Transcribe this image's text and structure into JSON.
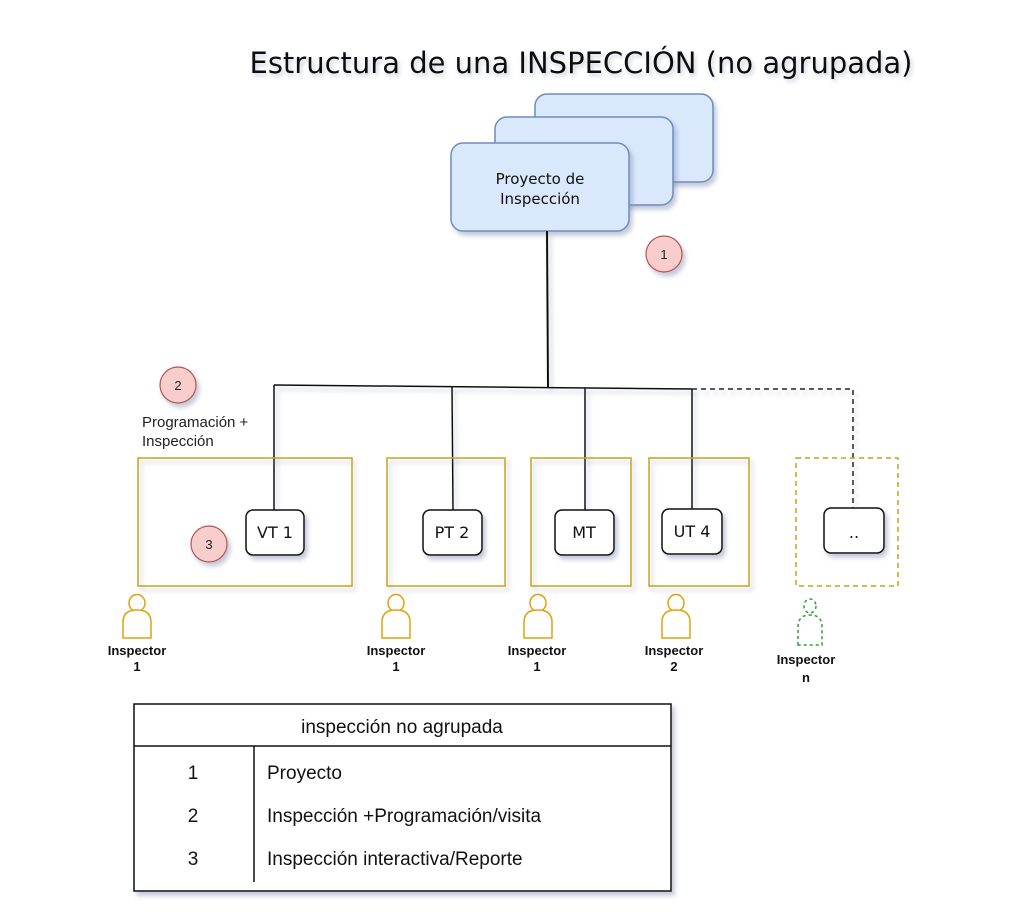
{
  "title": "Estructura de una INSPECCIÓN (no agrupada)",
  "project": {
    "label_line1": "Proyecto de",
    "label_line2": "Inspección",
    "stack_count": 3
  },
  "badges": [
    {
      "id": "1"
    },
    {
      "id": "2"
    },
    {
      "id": "3"
    }
  ],
  "group_label": {
    "line1": "Programación +",
    "line2": "Inspección"
  },
  "nodes": [
    {
      "label": "VT 1",
      "style": "solid"
    },
    {
      "label": "PT 2",
      "style": "solid"
    },
    {
      "label": "MT",
      "style": "solid"
    },
    {
      "label": "UT 4",
      "style": "solid"
    },
    {
      "label": "..",
      "style": "dashed"
    }
  ],
  "inspectors": [
    {
      "line1": "Inspector",
      "line2": "1",
      "style": "solid"
    },
    {
      "line1": "Inspector",
      "line2": "1",
      "style": "solid"
    },
    {
      "line1": "Inspector",
      "line2": "1",
      "style": "solid"
    },
    {
      "line1": "Inspector",
      "line2": "2",
      "style": "solid"
    },
    {
      "line1": "Inspector",
      "line2": "n",
      "style": "dashed"
    }
  ],
  "legend": {
    "header": "inspección no agrupada",
    "rows": [
      {
        "num": "1",
        "desc": "Proyecto"
      },
      {
        "num": "2",
        "desc": "Inspección +Programación/visita"
      },
      {
        "num": "3",
        "desc": "Inspección interactiva/Reporte"
      }
    ]
  },
  "colors": {
    "project_fill": "#dae8fc",
    "project_stroke": "#6c8ebf",
    "badge_fill": "#f8cecc",
    "badge_stroke": "#b85450",
    "group_stroke": "#c8a415",
    "person_stroke": "#e0a10e",
    "person_dashed_stroke": "#2ea02e",
    "line": "#111111"
  }
}
